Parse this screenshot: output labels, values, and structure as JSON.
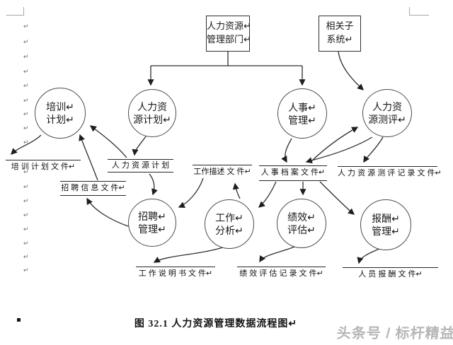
{
  "page": {
    "margin_mark": "↵",
    "caption": "图 32.1  人力资源管理数据流程图↵",
    "watermark": "头条号 / 标杆精益",
    "colors": {
      "line": "#2f2f2f",
      "text": "#1a1a1a",
      "watermark_gray": "#b6b6b6",
      "chrome_gray": "#a6a6a6"
    }
  },
  "diagram": {
    "external_entities": {
      "hr_department": {
        "line1": "人力资源↵",
        "line2": "管理部门↵"
      },
      "related_subsystem": {
        "line1": "相关子",
        "line2": "系统↵"
      }
    },
    "processes": {
      "training_plan": {
        "line1": "培训↵",
        "line2": "计划↵"
      },
      "hr_plan": {
        "line1": "人力资",
        "line2": "源计划↵"
      },
      "personnel_mgmt": {
        "line1": "人事↵",
        "line2": "管理↵"
      },
      "hr_assessment": {
        "line1": "人力资",
        "line2": "源测评↵"
      },
      "recruitment_mgmt": {
        "line1": "招聘↵",
        "line2": "管理↵"
      },
      "job_analysis": {
        "line1": "工作↵",
        "line2": "分析↵"
      },
      "performance_eval": {
        "line1": "绩效↵",
        "line2": "评估↵"
      },
      "compensation_mgmt": {
        "line1": "报酬↵",
        "line2": "管理↵"
      }
    },
    "data_stores": {
      "training_plan_file": "培 训 计 划 文 件↵",
      "hr_plan_file": "人 力 资 源 计 划",
      "recruitment_info_file": "招 聘 信 息 文 件↵",
      "job_description_file": "工作描述 文 件↵",
      "personnel_records_file": "人 事 档 案 文 件↵",
      "assessment_records_file": "人 力 资 源 测 评 记 录 文 件↵",
      "job_specification_file": "工 作 说 明 书 文 件↵",
      "performance_records_file": "绩 效 评 估 记 录 文 件↵",
      "payroll_file": "人 员 报 酬  文 件↵"
    }
  }
}
